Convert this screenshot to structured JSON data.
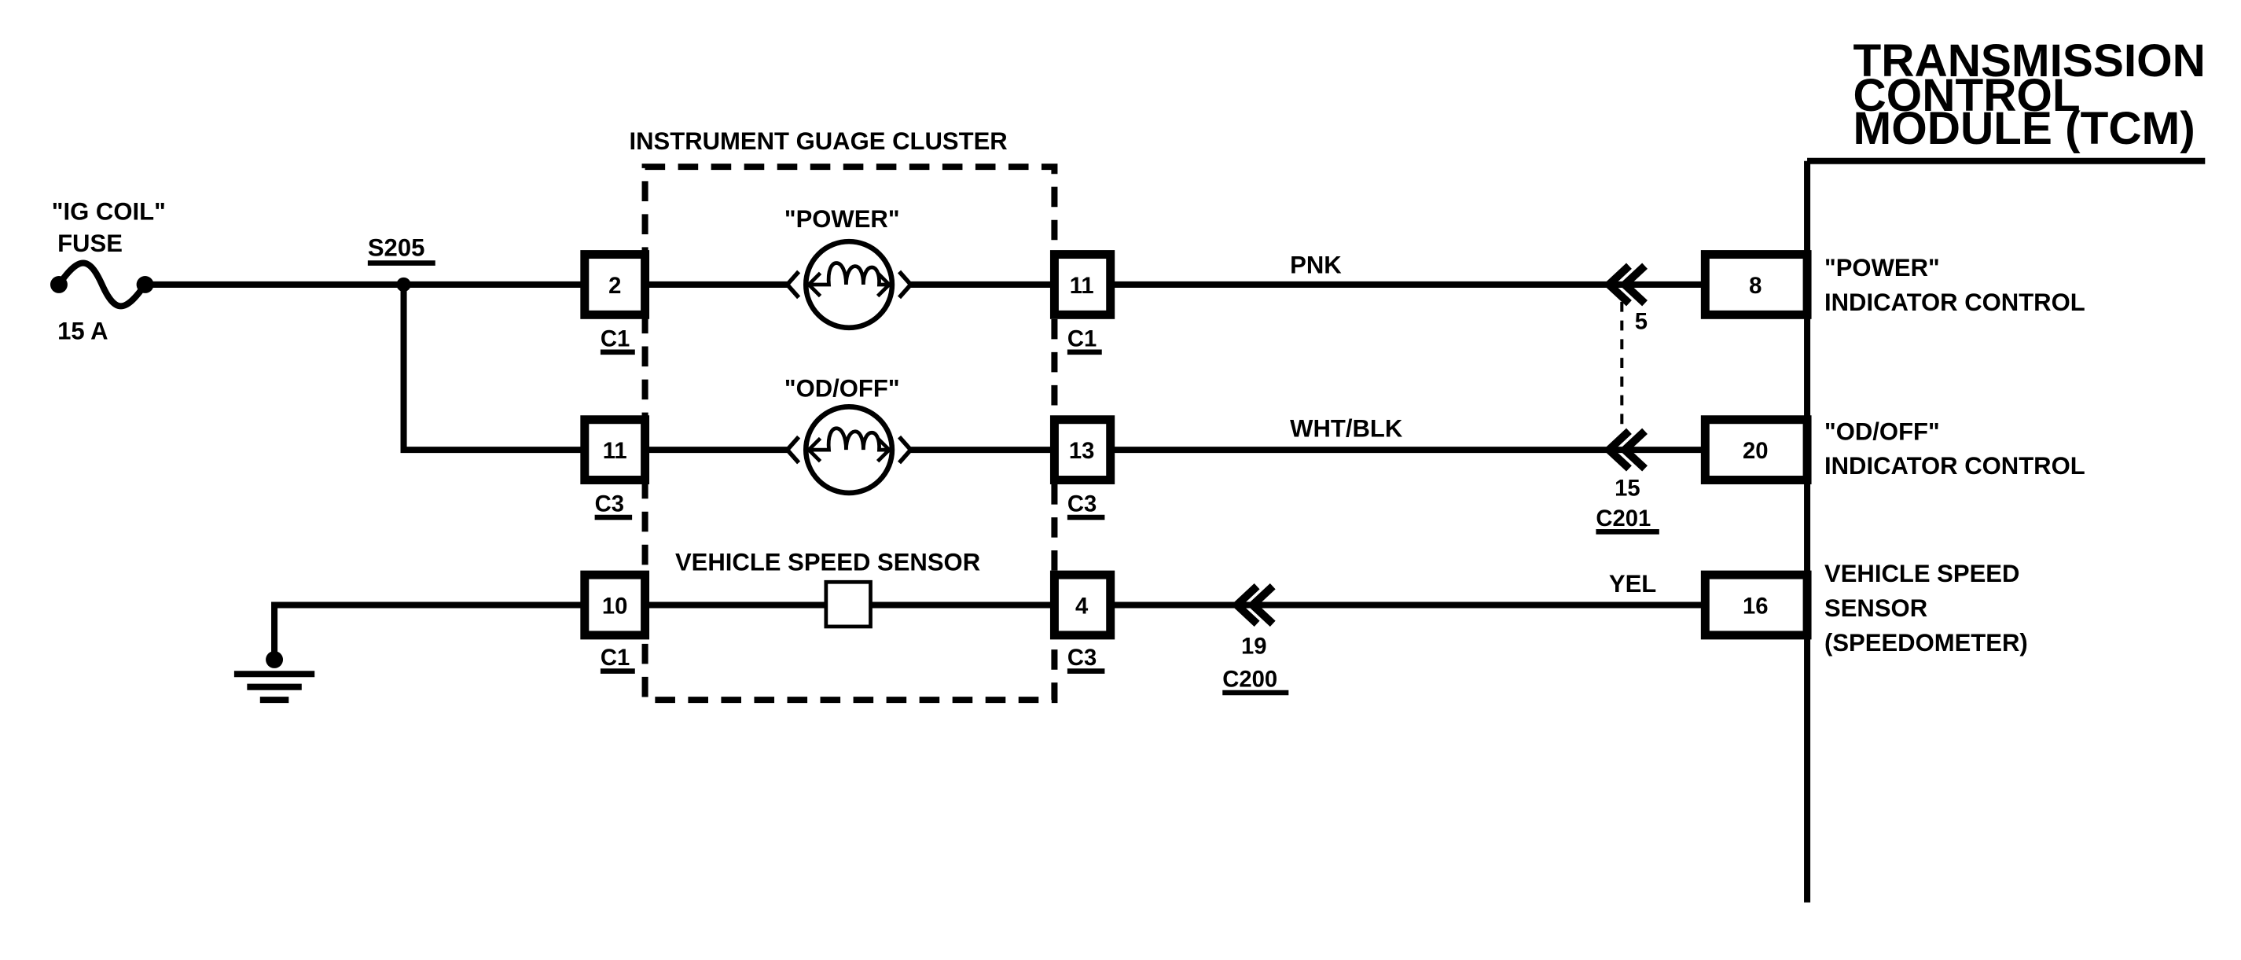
{
  "tcm": {
    "line1": "TRANSMISSION",
    "line2": "CONTROL",
    "line3": "MODULE (TCM)"
  },
  "fuse": {
    "label1": "\"IG COIL\"",
    "label2": "FUSE",
    "rating": "15 A"
  },
  "splice": {
    "label": "S205"
  },
  "cluster": {
    "title": "INSTRUMENT GUAGE CLUSTER"
  },
  "lamps": {
    "power": "\"POWER\"",
    "odoff": "\"OD/OFF\""
  },
  "vss_internal": {
    "label": "VEHICLE SPEED SENSOR"
  },
  "pins": {
    "left_top": "2",
    "left_mid": "11",
    "left_bot": "10",
    "right_top": "11",
    "right_mid": "13",
    "right_bot": "4",
    "tcm_top": "8",
    "tcm_mid": "20",
    "tcm_bot": "16"
  },
  "connectors": {
    "left_top": "C1",
    "left_mid": "C3",
    "left_bot": "C1",
    "right_top": "C1",
    "right_mid": "C3",
    "right_bot": "C3"
  },
  "wires": {
    "top": "PNK",
    "mid": "WHT/BLK",
    "bot": "YEL"
  },
  "inline": {
    "c201_top_pin": "5",
    "c201_mid_pin": "15",
    "c201_name": "C201",
    "c200_pin": "19",
    "c200_name": "C200"
  },
  "tcm_labels": {
    "power_1": "\"POWER\"",
    "power_2": "INDICATOR CONTROL",
    "odoff_1": "\"OD/OFF\"",
    "odoff_2": "INDICATOR CONTROL",
    "vss_1": "VEHICLE SPEED",
    "vss_2": "SENSOR",
    "vss_3": "(SPEEDOMETER)"
  }
}
